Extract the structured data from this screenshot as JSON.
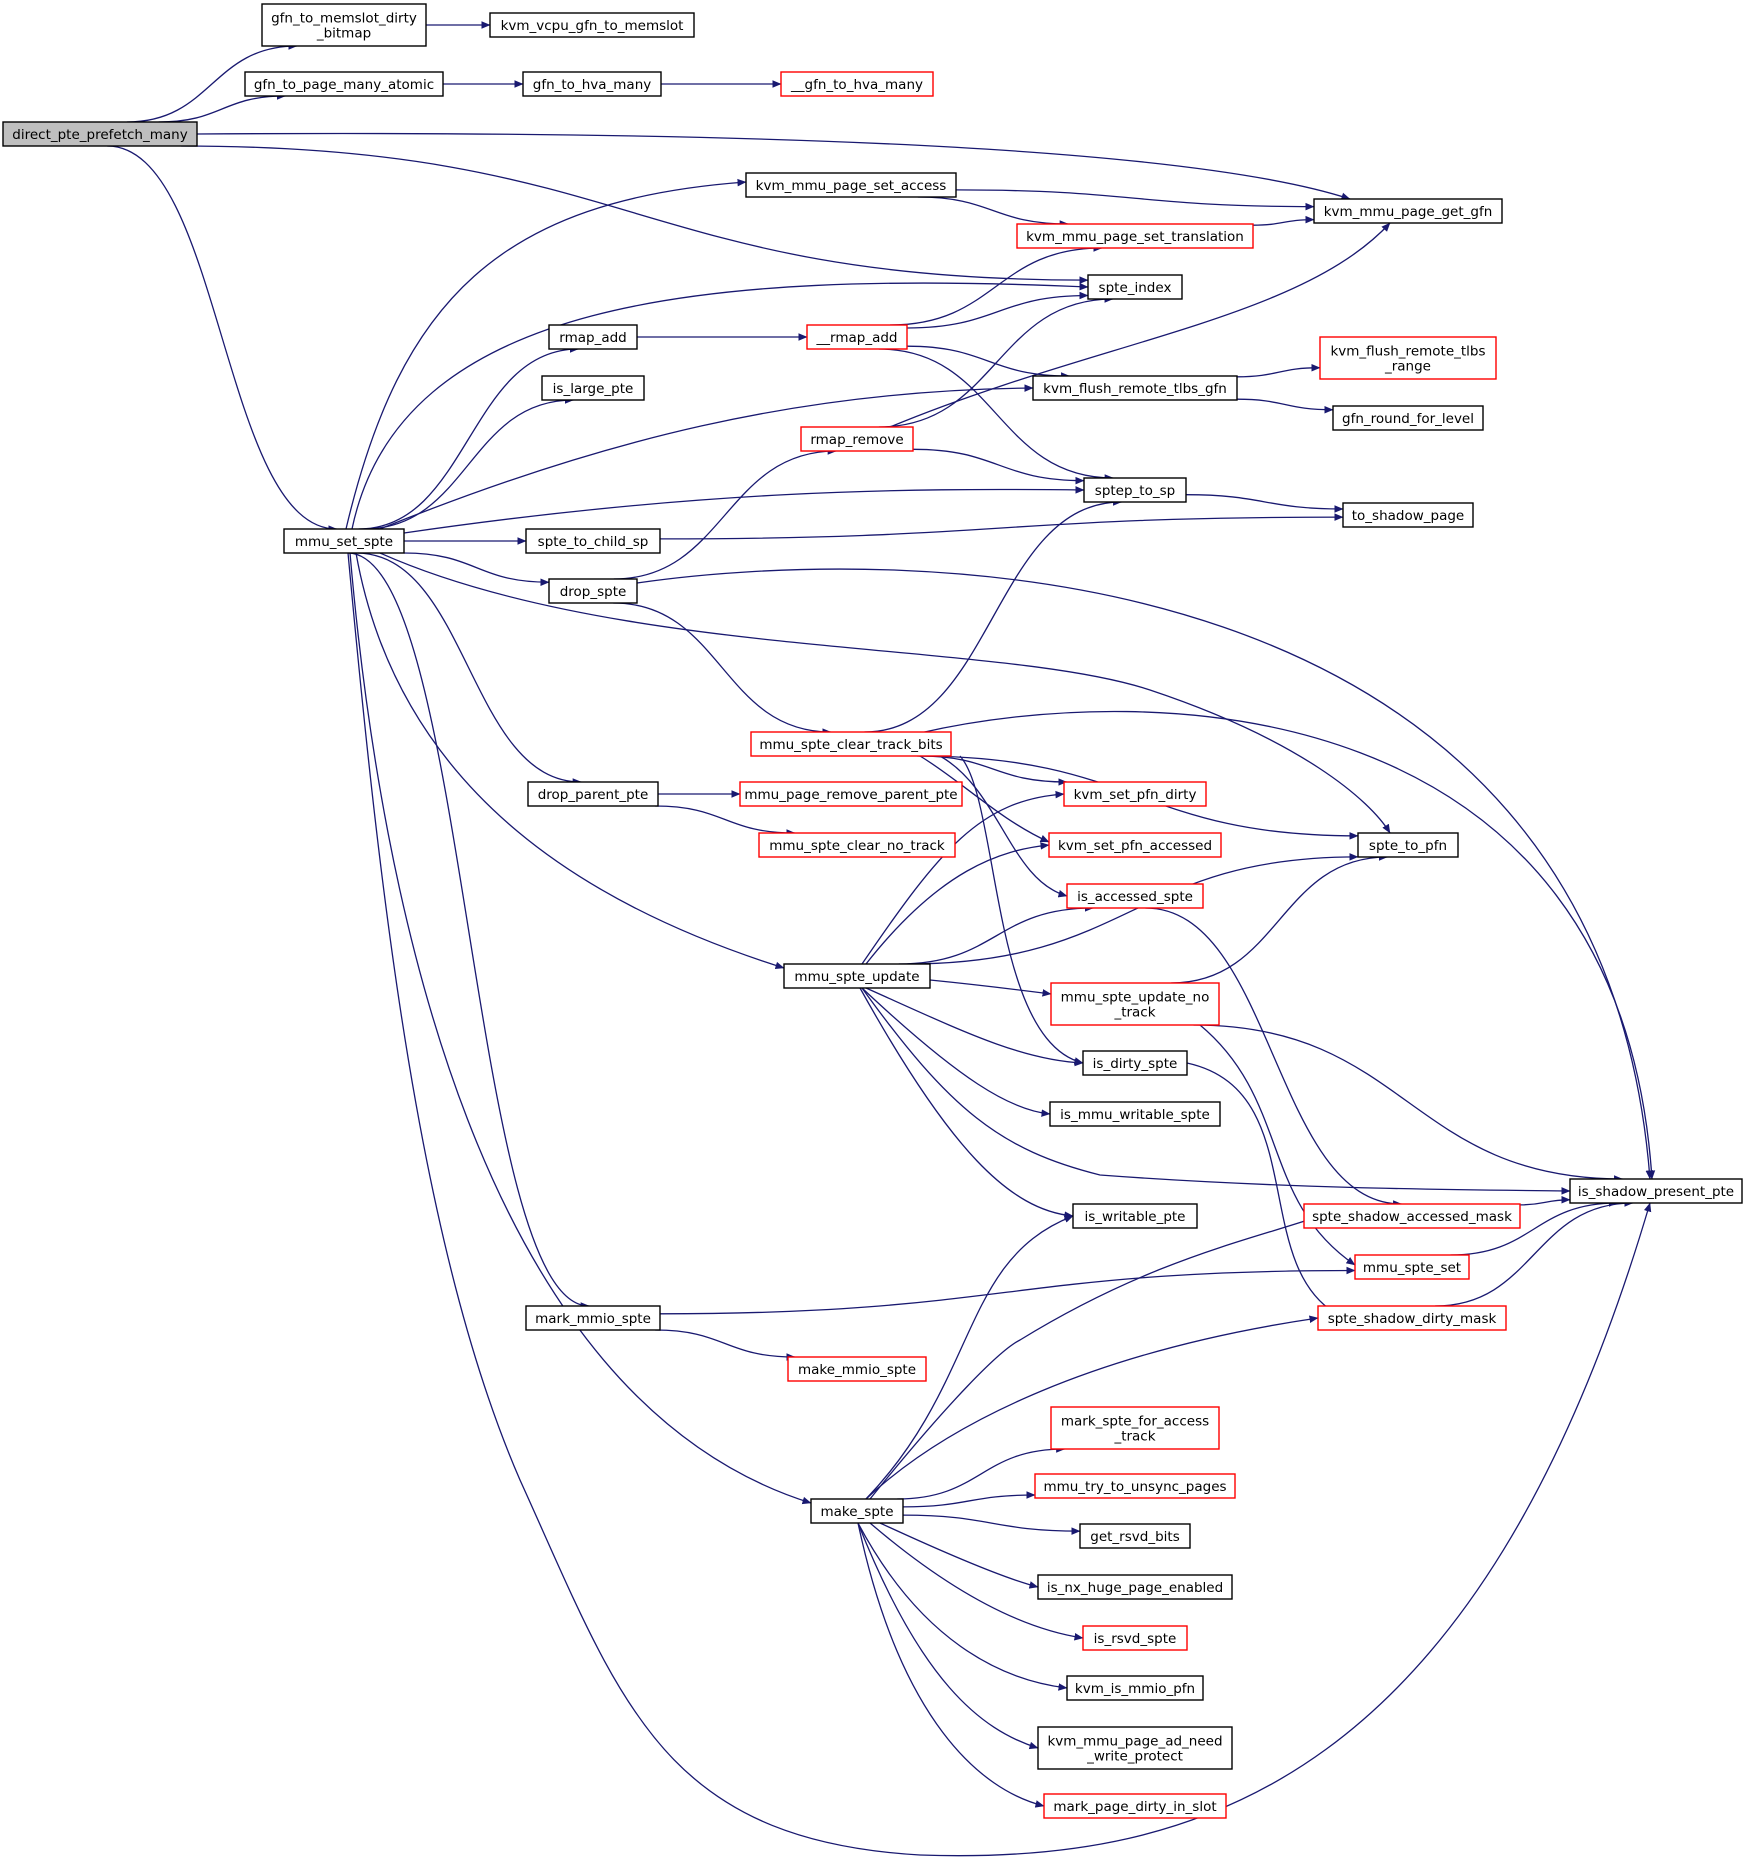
{
  "colors": {
    "edge": "#191970",
    "normal_border": "#000000",
    "truncated_border": "#ff0000",
    "root_fill": "#bfbfbf"
  },
  "nodes": [
    {
      "id": "direct_pte_prefetch_many",
      "lines": [
        "direct_pte_prefetch_many"
      ],
      "style": "root"
    },
    {
      "id": "gfn_to_memslot_dirty_bitmap",
      "lines": [
        "gfn_to_memslot_dirty",
        "_bitmap"
      ],
      "style": "normal"
    },
    {
      "id": "kvm_vcpu_gfn_to_memslot",
      "lines": [
        "kvm_vcpu_gfn_to_memslot"
      ],
      "style": "normal"
    },
    {
      "id": "gfn_to_page_many_atomic",
      "lines": [
        "gfn_to_page_many_atomic"
      ],
      "style": "normal"
    },
    {
      "id": "gfn_to_hva_many",
      "lines": [
        "gfn_to_hva_many"
      ],
      "style": "normal"
    },
    {
      "id": "__gfn_to_hva_many",
      "lines": [
        "__gfn_to_hva_many"
      ],
      "style": "truncated"
    },
    {
      "id": "kvm_mmu_page_set_access",
      "lines": [
        "kvm_mmu_page_set_access"
      ],
      "style": "normal"
    },
    {
      "id": "kvm_mmu_page_get_gfn",
      "lines": [
        "kvm_mmu_page_get_gfn"
      ],
      "style": "normal"
    },
    {
      "id": "kvm_mmu_page_set_translation",
      "lines": [
        "kvm_mmu_page_set_translation"
      ],
      "style": "truncated"
    },
    {
      "id": "spte_index",
      "lines": [
        "spte_index"
      ],
      "style": "normal"
    },
    {
      "id": "rmap_add",
      "lines": [
        "rmap_add"
      ],
      "style": "normal"
    },
    {
      "id": "__rmap_add",
      "lines": [
        "__rmap_add"
      ],
      "style": "truncated"
    },
    {
      "id": "kvm_flush_remote_tlbs_range",
      "lines": [
        "kvm_flush_remote_tlbs",
        "_range"
      ],
      "style": "truncated"
    },
    {
      "id": "is_large_pte",
      "lines": [
        "is_large_pte"
      ],
      "style": "normal"
    },
    {
      "id": "kvm_flush_remote_tlbs_gfn",
      "lines": [
        "kvm_flush_remote_tlbs_gfn"
      ],
      "style": "normal"
    },
    {
      "id": "gfn_round_for_level",
      "lines": [
        "gfn_round_for_level"
      ],
      "style": "normal"
    },
    {
      "id": "rmap_remove",
      "lines": [
        "rmap_remove"
      ],
      "style": "truncated"
    },
    {
      "id": "sptep_to_sp",
      "lines": [
        "sptep_to_sp"
      ],
      "style": "normal"
    },
    {
      "id": "to_shadow_page",
      "lines": [
        "to_shadow_page"
      ],
      "style": "normal"
    },
    {
      "id": "mmu_set_spte",
      "lines": [
        "mmu_set_spte"
      ],
      "style": "normal"
    },
    {
      "id": "spte_to_child_sp",
      "lines": [
        "spte_to_child_sp"
      ],
      "style": "normal"
    },
    {
      "id": "drop_spte",
      "lines": [
        "drop_spte"
      ],
      "style": "normal"
    },
    {
      "id": "mmu_spte_clear_track_bits",
      "lines": [
        "mmu_spte_clear_track_bits"
      ],
      "style": "truncated"
    },
    {
      "id": "drop_parent_pte",
      "lines": [
        "drop_parent_pte"
      ],
      "style": "normal"
    },
    {
      "id": "mmu_page_remove_parent_pte",
      "lines": [
        "mmu_page_remove_parent_pte"
      ],
      "style": "truncated"
    },
    {
      "id": "kvm_set_pfn_dirty",
      "lines": [
        "kvm_set_pfn_dirty"
      ],
      "style": "truncated"
    },
    {
      "id": "mmu_spte_clear_no_track",
      "lines": [
        "mmu_spte_clear_no_track"
      ],
      "style": "truncated"
    },
    {
      "id": "kvm_set_pfn_accessed",
      "lines": [
        "kvm_set_pfn_accessed"
      ],
      "style": "truncated"
    },
    {
      "id": "spte_to_pfn",
      "lines": [
        "spte_to_pfn"
      ],
      "style": "normal"
    },
    {
      "id": "is_accessed_spte",
      "lines": [
        "is_accessed_spte"
      ],
      "style": "truncated"
    },
    {
      "id": "mmu_spte_update",
      "lines": [
        "mmu_spte_update"
      ],
      "style": "normal"
    },
    {
      "id": "mmu_spte_update_no_track",
      "lines": [
        "mmu_spte_update_no",
        "_track"
      ],
      "style": "truncated"
    },
    {
      "id": "is_dirty_spte",
      "lines": [
        "is_dirty_spte"
      ],
      "style": "normal"
    },
    {
      "id": "is_mmu_writable_spte",
      "lines": [
        "is_mmu_writable_spte"
      ],
      "style": "normal"
    },
    {
      "id": "is_shadow_present_pte",
      "lines": [
        "is_shadow_present_pte"
      ],
      "style": "normal"
    },
    {
      "id": "spte_shadow_accessed_mask",
      "lines": [
        "spte_shadow_accessed_mask"
      ],
      "style": "truncated"
    },
    {
      "id": "is_writable_pte",
      "lines": [
        "is_writable_pte"
      ],
      "style": "normal"
    },
    {
      "id": "mmu_spte_set",
      "lines": [
        "mmu_spte_set"
      ],
      "style": "truncated"
    },
    {
      "id": "mark_mmio_spte",
      "lines": [
        "mark_mmio_spte"
      ],
      "style": "normal"
    },
    {
      "id": "spte_shadow_dirty_mask",
      "lines": [
        "spte_shadow_dirty_mask"
      ],
      "style": "truncated"
    },
    {
      "id": "make_mmio_spte",
      "lines": [
        "make_mmio_spte"
      ],
      "style": "truncated"
    },
    {
      "id": "mark_spte_for_access_track",
      "lines": [
        "mark_spte_for_access",
        "_track"
      ],
      "style": "truncated"
    },
    {
      "id": "mmu_try_to_unsync_pages",
      "lines": [
        "mmu_try_to_unsync_pages"
      ],
      "style": "truncated"
    },
    {
      "id": "make_spte",
      "lines": [
        "make_spte"
      ],
      "style": "normal"
    },
    {
      "id": "get_rsvd_bits",
      "lines": [
        "get_rsvd_bits"
      ],
      "style": "normal"
    },
    {
      "id": "is_nx_huge_page_enabled",
      "lines": [
        "is_nx_huge_page_enabled"
      ],
      "style": "normal"
    },
    {
      "id": "is_rsvd_spte",
      "lines": [
        "is_rsvd_spte"
      ],
      "style": "truncated"
    },
    {
      "id": "kvm_is_mmio_pfn",
      "lines": [
        "kvm_is_mmio_pfn"
      ],
      "style": "normal"
    },
    {
      "id": "kvm_mmu_page_ad_need_write_protect",
      "lines": [
        "kvm_mmu_page_ad_need",
        "_write_protect"
      ],
      "style": "normal"
    },
    {
      "id": "mark_page_dirty_in_slot",
      "lines": [
        "mark_page_dirty_in_slot"
      ],
      "style": "truncated"
    }
  ],
  "edges": [
    [
      "direct_pte_prefetch_many",
      "gfn_to_memslot_dirty_bitmap"
    ],
    [
      "direct_pte_prefetch_many",
      "gfn_to_page_many_atomic"
    ],
    [
      "direct_pte_prefetch_many",
      "kvm_mmu_page_get_gfn"
    ],
    [
      "direct_pte_prefetch_many",
      "spte_index"
    ],
    [
      "direct_pte_prefetch_many",
      "mmu_set_spte"
    ],
    [
      "gfn_to_memslot_dirty_bitmap",
      "kvm_vcpu_gfn_to_memslot"
    ],
    [
      "gfn_to_page_many_atomic",
      "gfn_to_hva_many"
    ],
    [
      "gfn_to_hva_many",
      "__gfn_to_hva_many"
    ],
    [
      "kvm_mmu_page_set_access",
      "kvm_mmu_page_get_gfn"
    ],
    [
      "kvm_mmu_page_set_access",
      "kvm_mmu_page_set_translation"
    ],
    [
      "kvm_mmu_page_set_translation",
      "kvm_mmu_page_get_gfn"
    ],
    [
      "rmap_add",
      "__rmap_add"
    ],
    [
      "__rmap_add",
      "kvm_mmu_page_set_translation"
    ],
    [
      "__rmap_add",
      "spte_index"
    ],
    [
      "__rmap_add",
      "kvm_flush_remote_tlbs_gfn"
    ],
    [
      "__rmap_add",
      "sptep_to_sp"
    ],
    [
      "kvm_flush_remote_tlbs_gfn",
      "kvm_flush_remote_tlbs_range"
    ],
    [
      "kvm_flush_remote_tlbs_gfn",
      "gfn_round_for_level"
    ],
    [
      "rmap_remove",
      "spte_index"
    ],
    [
      "rmap_remove",
      "kvm_mmu_page_get_gfn"
    ],
    [
      "rmap_remove",
      "sptep_to_sp"
    ],
    [
      "sptep_to_sp",
      "to_shadow_page"
    ],
    [
      "spte_to_child_sp",
      "to_shadow_page"
    ],
    [
      "mmu_set_spte",
      "kvm_mmu_page_set_access"
    ],
    [
      "mmu_set_spte",
      "spte_index"
    ],
    [
      "mmu_set_spte",
      "rmap_add"
    ],
    [
      "mmu_set_spte",
      "is_large_pte"
    ],
    [
      "mmu_set_spte",
      "kvm_flush_remote_tlbs_gfn"
    ],
    [
      "mmu_set_spte",
      "sptep_to_sp"
    ],
    [
      "mmu_set_spte",
      "spte_to_child_sp"
    ],
    [
      "mmu_set_spte",
      "drop_spte"
    ],
    [
      "mmu_set_spte",
      "spte_to_pfn"
    ],
    [
      "mmu_set_spte",
      "drop_parent_pte"
    ],
    [
      "mmu_set_spte",
      "mmu_spte_update"
    ],
    [
      "mmu_set_spte",
      "mark_mmio_spte"
    ],
    [
      "mmu_set_spte",
      "make_spte"
    ],
    [
      "mmu_set_spte",
      "is_shadow_present_pte"
    ],
    [
      "drop_spte",
      "rmap_remove"
    ],
    [
      "drop_spte",
      "mmu_spte_clear_track_bits"
    ],
    [
      "drop_spte",
      "is_shadow_present_pte"
    ],
    [
      "mmu_spte_clear_track_bits",
      "sptep_to_sp"
    ],
    [
      "mmu_spte_clear_track_bits",
      "is_shadow_present_pte"
    ],
    [
      "mmu_spte_clear_track_bits",
      "kvm_set_pfn_dirty"
    ],
    [
      "mmu_spte_clear_track_bits",
      "spte_to_pfn"
    ],
    [
      "mmu_spte_clear_track_bits",
      "kvm_set_pfn_accessed"
    ],
    [
      "mmu_spte_clear_track_bits",
      "is_accessed_spte"
    ],
    [
      "mmu_spte_clear_track_bits",
      "is_dirty_spte"
    ],
    [
      "drop_parent_pte",
      "mmu_page_remove_parent_pte"
    ],
    [
      "drop_parent_pte",
      "mmu_spte_clear_no_track"
    ],
    [
      "is_accessed_spte",
      "spte_shadow_accessed_mask"
    ],
    [
      "mmu_spte_update",
      "kvm_set_pfn_dirty"
    ],
    [
      "mmu_spte_update",
      "kvm_set_pfn_accessed"
    ],
    [
      "mmu_spte_update",
      "is_accessed_spte"
    ],
    [
      "mmu_spte_update",
      "spte_to_pfn"
    ],
    [
      "mmu_spte_update",
      "mmu_spte_update_no_track"
    ],
    [
      "mmu_spte_update",
      "is_dirty_spte"
    ],
    [
      "mmu_spte_update",
      "is_mmu_writable_spte"
    ],
    [
      "mmu_spte_update",
      "is_shadow_present_pte"
    ],
    [
      "mmu_spte_update",
      "is_writable_pte"
    ],
    [
      "mmu_spte_update_no_track",
      "spte_to_pfn"
    ],
    [
      "mmu_spte_update_no_track",
      "is_shadow_present_pte"
    ],
    [
      "mmu_spte_update_no_track",
      "mmu_spte_set"
    ],
    [
      "is_dirty_spte",
      "spte_shadow_dirty_mask"
    ],
    [
      "spte_shadow_accessed_mask",
      "is_shadow_present_pte"
    ],
    [
      "mmu_spte_set",
      "is_shadow_present_pte"
    ],
    [
      "spte_shadow_dirty_mask",
      "is_shadow_present_pte"
    ],
    [
      "mark_mmio_spte",
      "mmu_spte_set"
    ],
    [
      "mark_mmio_spte",
      "make_mmio_spte"
    ],
    [
      "make_spte",
      "is_writable_pte"
    ],
    [
      "make_spte",
      "spte_shadow_accessed_mask"
    ],
    [
      "make_spte",
      "spte_shadow_dirty_mask"
    ],
    [
      "make_spte",
      "mark_spte_for_access_track"
    ],
    [
      "make_spte",
      "mmu_try_to_unsync_pages"
    ],
    [
      "make_spte",
      "get_rsvd_bits"
    ],
    [
      "make_spte",
      "is_nx_huge_page_enabled"
    ],
    [
      "make_spte",
      "is_rsvd_spte"
    ],
    [
      "make_spte",
      "kvm_is_mmio_pfn"
    ],
    [
      "make_spte",
      "kvm_mmu_page_ad_need_write_protect"
    ],
    [
      "make_spte",
      "mark_page_dirty_in_slot"
    ]
  ]
}
